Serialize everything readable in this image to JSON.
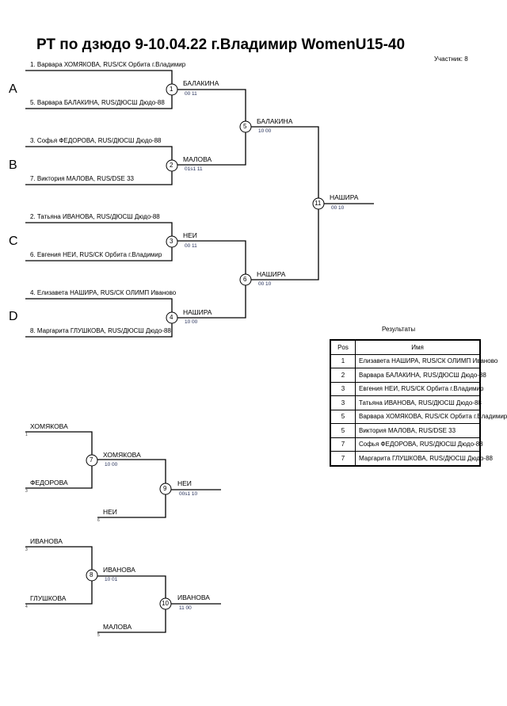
{
  "title": "РТ по дзюдо  9-10.04.22  г.Владимир   WomenU15-40",
  "participants": "Участник: 8",
  "pools": [
    "A",
    "B",
    "C",
    "D"
  ],
  "entries": [
    "1. Варвара ХОМЯКОВА, RUS/СК Орбита г.Владимир",
    "5. Варвара БАЛАКИНА, RUS/ДЮСШ Дюдо-88",
    "3. Софья ФЕДОРОВА, RUS/ДЮСШ Дюдо-88",
    "7. Виктория МАЛОВА, RUS/DSE 33",
    "2. Татьяна ИВАНОВА, RUS/ДЮСШ Дюдо-88",
    "6. Евгения НЕИ, RUS/СК Орбита г.Владимир",
    "4. Елизавета НАШИРА, RUS/СК ОЛИМП Иваново",
    "8. Маргарита ГЛУШКОВА, RUS/ДЮСШ Дюдо-88"
  ],
  "matches": [
    {
      "num": "1",
      "winner": "БАЛАКИНА",
      "score": "00   11"
    },
    {
      "num": "2",
      "winner": "МАЛОВА",
      "score": "01s1   11"
    },
    {
      "num": "3",
      "winner": "НЕИ",
      "score": "00   11"
    },
    {
      "num": "4",
      "winner": "НАШИРА",
      "score": "10   00"
    },
    {
      "num": "5",
      "winner": "БАЛАКИНА",
      "score": "10   00"
    },
    {
      "num": "6",
      "winner": "НАШИРА",
      "score": "00   10"
    },
    {
      "num": "11",
      "winner": "НАШИРА",
      "score": "00   10"
    }
  ],
  "repechage": {
    "matches": [
      {
        "num": "7",
        "top": "ХОМЯКОВА",
        "top_seed": "1",
        "bottom": "ФЕДОРОВА",
        "bottom_seed": "3",
        "winner": "ХОМЯКОВА",
        "score": "10   00"
      },
      {
        "num": "9",
        "bottom": "НЕИ",
        "bottom_seed": "6",
        "winner": "НЕИ",
        "score": "00s1   10"
      },
      {
        "num": "8",
        "top": "ИВАНОВА",
        "top_seed": "3",
        "bottom": "ГЛУШКОВА",
        "bottom_seed": "4",
        "winner": "ИВАНОВА",
        "score": "10   01"
      },
      {
        "num": "10",
        "bottom": "МАЛОВА",
        "bottom_seed": "5",
        "winner": "ИВАНОВА",
        "score": "11   00"
      }
    ]
  },
  "results": {
    "title": "Результаты",
    "headers": [
      "Pos",
      "Имя"
    ],
    "rows": [
      {
        "pos": "1",
        "name": "Елизавета НАШИРА, RUS/СК ОЛИМП Иваново"
      },
      {
        "pos": "2",
        "name": "Варвара БАЛАКИНА, RUS/ДЮСШ Дюдо-88"
      },
      {
        "pos": "3",
        "name": "Евгения НЕИ, RUS/СК Орбита г.Владимир"
      },
      {
        "pos": "3",
        "name": "Татьяна ИВАНОВА, RUS/ДЮСШ Дюдо-88"
      },
      {
        "pos": "5",
        "name": "Варвара ХОМЯКОВА, RUS/СК Орбита г.Владимир"
      },
      {
        "pos": "5",
        "name": "Виктория МАЛОВА, RUS/DSE 33"
      },
      {
        "pos": "7",
        "name": "Софья ФЕДОРОВА, RUS/ДЮСШ Дюдо-88"
      },
      {
        "pos": "7",
        "name": "Маргарита ГЛУШКОВА, RUS/ДЮСШ Дюдо-88"
      }
    ]
  }
}
